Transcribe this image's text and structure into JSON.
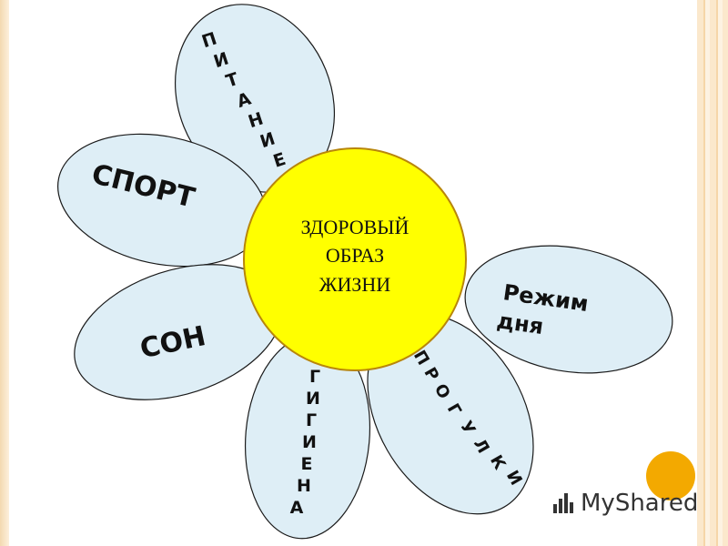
{
  "center": {
    "line1": "ЗДОРОВЫЙ",
    "line2": "ОБРАЗ",
    "line3": "ЖИЗНИ"
  },
  "petals": {
    "pitanie": [
      "П",
      "И",
      "Т",
      "А",
      "Н",
      "И",
      "Е"
    ],
    "sport": "СПОРТ",
    "son": "СОН",
    "gigiena": [
      "Г",
      "И",
      "Г",
      "И",
      "Е",
      "Н",
      "А"
    ],
    "progulki": [
      "П",
      "Р",
      "О",
      "Г",
      "У",
      "Л",
      "К",
      "И"
    ],
    "rezhim_line1": "Режим",
    "rezhim_line2": "дня"
  },
  "watermark": {
    "text": "MyShared",
    "icon": "myshared-logo-icon"
  },
  "colors": {
    "petal_fill": "#deeef6",
    "center_fill": "#ffff00",
    "accent_dot": "#f3a900"
  }
}
